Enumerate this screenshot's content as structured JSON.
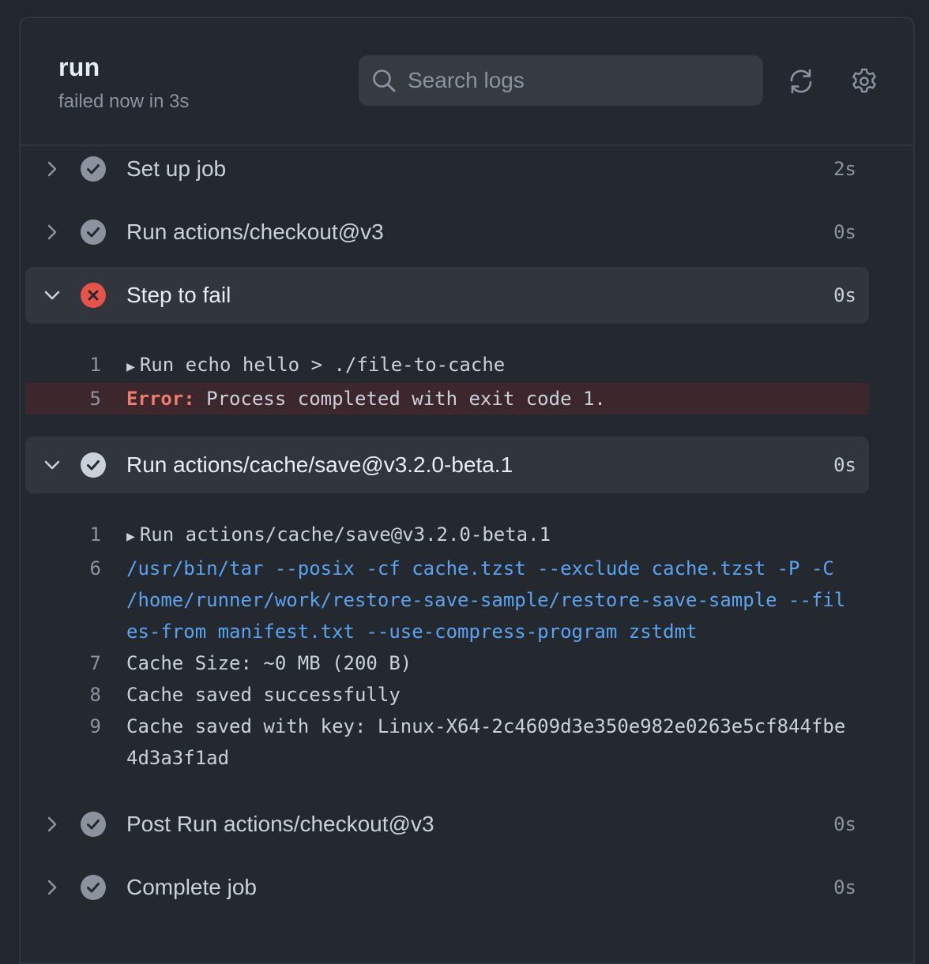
{
  "header": {
    "title": "run",
    "status": "failed now in 3s",
    "search_placeholder": "Search logs"
  },
  "colors": {
    "success": "#8b949e",
    "failure": "#e5534b",
    "command": "#5aa3f0",
    "error_bg": "#3c282c"
  },
  "steps": [
    {
      "name": "Set up job",
      "duration": "2s",
      "status": "success",
      "expanded": false
    },
    {
      "name": "Run actions/checkout@v3",
      "duration": "0s",
      "status": "success",
      "expanded": false
    },
    {
      "name": "Step to fail",
      "duration": "0s",
      "status": "failure",
      "expanded": true,
      "log": [
        {
          "num": "1",
          "text": "Run echo hello > ./file-to-cache",
          "kind": "group"
        },
        {
          "num": "5",
          "label": "Error:",
          "text": " Process completed with exit code 1.",
          "kind": "error"
        }
      ]
    },
    {
      "name": "Run actions/cache/save@v3.2.0-beta.1",
      "duration": "0s",
      "status": "success",
      "expanded": true,
      "log": [
        {
          "num": "1",
          "text": "Run actions/cache/save@v3.2.0-beta.1",
          "kind": "group"
        },
        {
          "num": "6",
          "text": "/usr/bin/tar --posix -cf cache.tzst --exclude cache.tzst -P -C /home/runner/work/restore-save-sample/restore-save-sample --files-from manifest.txt --use-compress-program zstdmt",
          "kind": "cmd"
        },
        {
          "num": "7",
          "text": "Cache Size: ~0 MB (200 B)",
          "kind": "plain"
        },
        {
          "num": "8",
          "text": "Cache saved successfully",
          "kind": "plain"
        },
        {
          "num": "9",
          "text": "Cache saved with key: Linux-X64-2c4609d3e350e982e0263e5cf844fbe4d3a3f1ad",
          "kind": "plain"
        }
      ]
    },
    {
      "name": "Post Run actions/checkout@v3",
      "duration": "0s",
      "status": "success",
      "expanded": false
    },
    {
      "name": "Complete job",
      "duration": "0s",
      "status": "success",
      "expanded": false
    }
  ]
}
